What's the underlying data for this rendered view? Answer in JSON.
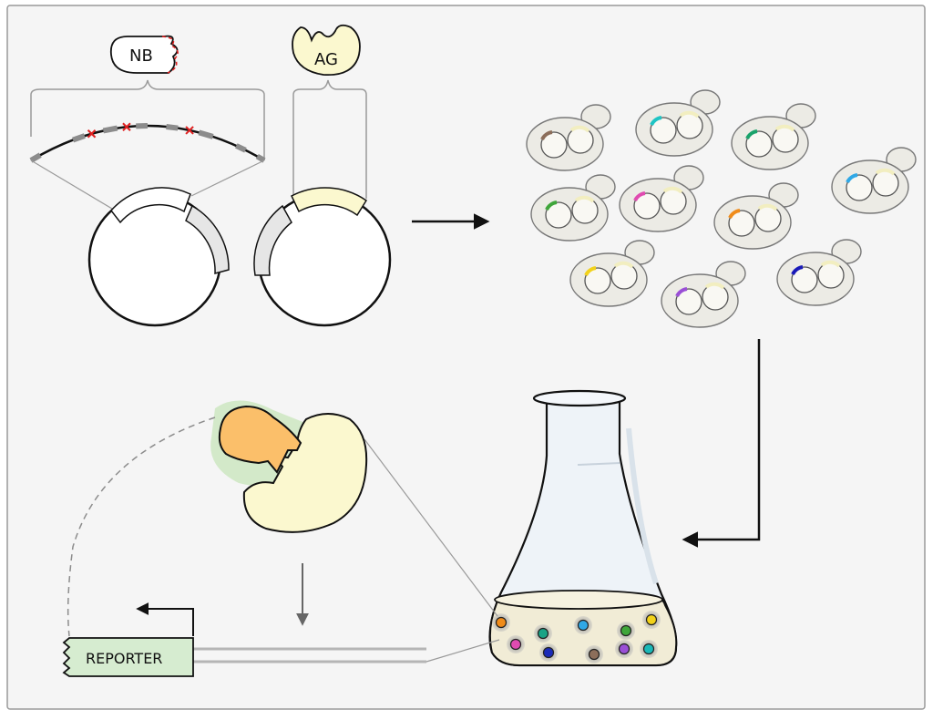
{
  "labels": {
    "nanobody": "NB",
    "antigen": "AG",
    "reporter": "REPORTER"
  },
  "colors": {
    "frame_bg": "#f5f5f5",
    "frame_border": "#9a9a9a",
    "cell_fill": "#ecebe5",
    "nucleus_fill": "#f9f8f3",
    "antigen_fill": "#fbf8cf",
    "nanobody_fill": "#fbbf6a",
    "halo_green": "#cfe8c4",
    "reporter_fill": "#d6ecd0",
    "flask_glass": "#eef3f8",
    "medium_fill": "#f1ecd6",
    "mutation_red": "#e02020",
    "segment_gray": "#8c8c8c"
  },
  "yeast_clone_colors": [
    "#8c6e5a",
    "#1fc4c4",
    "#1aa36b",
    "#2fa8e6",
    "#3fa63a",
    "#e04bb0",
    "#f08c1a",
    "#f2d21a",
    "#9a4fd6",
    "#1a1ab8"
  ],
  "flask_cell_colors": [
    "#f08c1a",
    "#1aa386",
    "#2fa8e6",
    "#3fa63a",
    "#f2d21a",
    "#e04bb0",
    "#1a2ab8",
    "#8c6e5a",
    "#9a4fd6",
    "#1ab8b8"
  ],
  "icons": {
    "arrow_right": "arrow-right-icon",
    "arrow_down_left": "arrow-elbow-icon",
    "arrow_down": "arrow-down-icon",
    "promoter_arrow": "promoter-arrow-icon"
  }
}
